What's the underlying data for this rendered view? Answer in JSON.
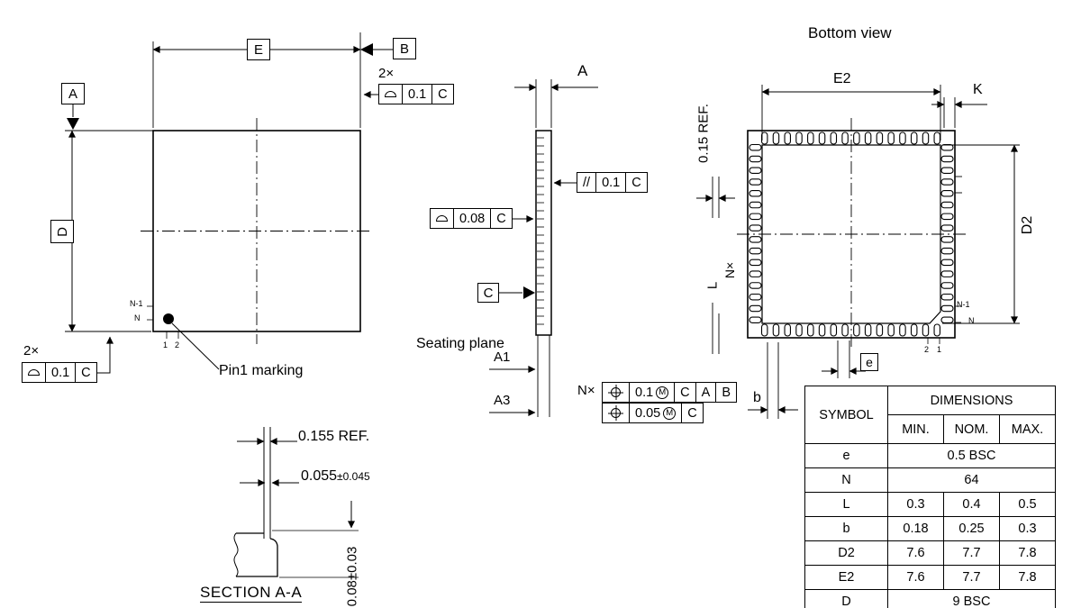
{
  "meta": {
    "bg": "#ffffff",
    "line_color": "#000000"
  },
  "top_view": {
    "datum_a": "A",
    "datum_b": "B",
    "dim_e": "E",
    "dim_d": "D",
    "qty_top_right": "2×",
    "fcf_top_right": {
      "value": "0.1",
      "datum": "C"
    },
    "qty_bottom_left": "2×",
    "fcf_bottom_left": {
      "value": "0.1",
      "datum": "C"
    },
    "pin1_label": "Pin1 marking",
    "label_n_minus_1": "N-1",
    "label_n": "N",
    "label_pin1": "1",
    "label_pin2": "2"
  },
  "side_view": {
    "dim_a": "A",
    "dim_a1": "A1",
    "dim_a3": "A3",
    "datum_c": "C",
    "seating_plane_label": "Seating plane",
    "fcf_parallelism": {
      "symbol": "//",
      "value": "0.1",
      "datum": "C"
    },
    "fcf_profile": {
      "value": "0.08",
      "datum": "C"
    }
  },
  "bottom_view": {
    "title": "Bottom view",
    "dim_e2": "E2",
    "dim_k": "K",
    "dim_d2": "D2",
    "ref_015": "0.15 REF.",
    "dim_l": "L",
    "qty_nx": "N×",
    "dim_e": "e",
    "dim_b": "b",
    "fcf_qty": "N×",
    "fcf_position_1": {
      "value": "0.1",
      "modifier": "M",
      "datum_1": "C",
      "datum_2": "A",
      "datum_3": "B"
    },
    "fcf_position_2": {
      "value": "0.05",
      "modifier": "M",
      "datum_1": "C"
    },
    "label_pin2": "2",
    "label_pin1": "1",
    "label_n_minus_1": "N-1",
    "label_n": "N"
  },
  "section_view": {
    "title": "SECTION A-A",
    "ref_0155": "0.155 REF.",
    "dim_0055_value": "0.055",
    "dim_0055_tol": "±0.045",
    "dim_008": "0.08±0.03"
  },
  "table": {
    "symbol_header": "SYMBOL",
    "dimensions_header": "DIMENSIONS",
    "col_min": "MIN.",
    "col_nom": "NOM.",
    "col_max": "MAX.",
    "rows": [
      {
        "symbol": "e",
        "span": "0.5 BSC"
      },
      {
        "symbol": "N",
        "span": "64"
      },
      {
        "symbol": "L",
        "min": "0.3",
        "nom": "0.4",
        "max": "0.5"
      },
      {
        "symbol": "b",
        "min": "0.18",
        "nom": "0.25",
        "max": "0.3"
      },
      {
        "symbol": "D2",
        "min": "7.6",
        "nom": "7.7",
        "max": "7.8"
      },
      {
        "symbol": "E2",
        "min": "7.6",
        "nom": "7.7",
        "max": "7.8"
      },
      {
        "symbol": "D",
        "span": "9 BSC"
      }
    ]
  }
}
